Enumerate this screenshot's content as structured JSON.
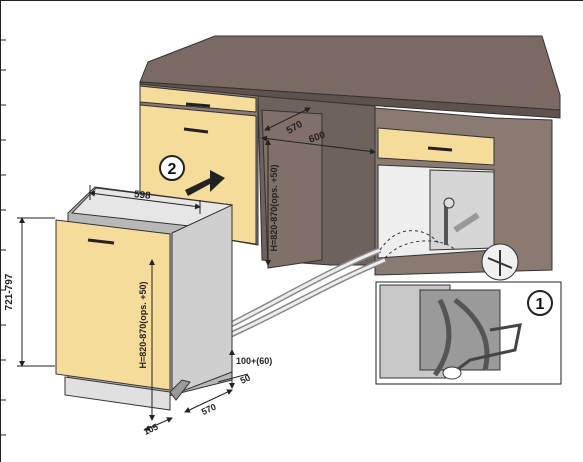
{
  "dimensions": {
    "appliance_width": "598",
    "appliance_height": "721-797",
    "appliance_install_height": "H=820-870(ops. +50)",
    "niche_depth": "570",
    "niche_width": "600",
    "niche_height": "H=820-870(ops. +50)",
    "plinth_height": "100+(60)",
    "plinth_gap": "50",
    "base_depth": "570",
    "base_offset": "105"
  },
  "steps": {
    "step_1": "1",
    "step_2": "2"
  },
  "colors": {
    "cabinet_front": "#f6dc9a",
    "countertop": "#7b6a63",
    "cabinet_side": "#8a7a72",
    "appliance_body": "#e6e6e6",
    "appliance_side": "#b8b8b8"
  }
}
